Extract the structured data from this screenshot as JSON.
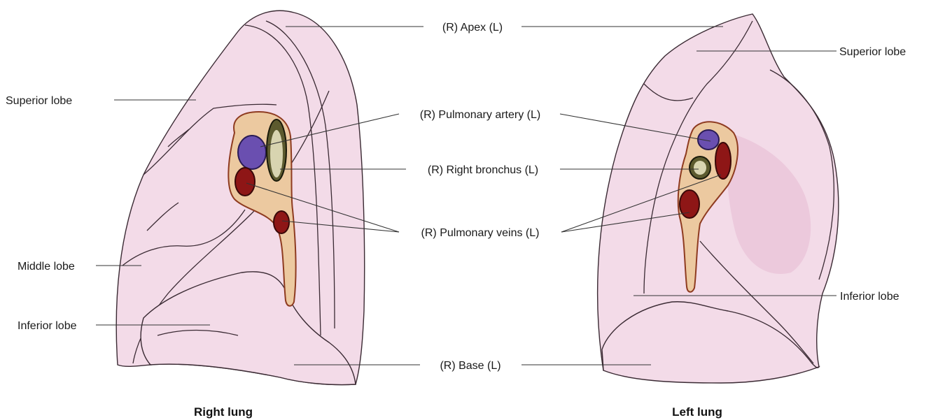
{
  "labels": {
    "apex": "(R) Apex (L)",
    "pulmonary_artery": "(R) Pulmonary artery (L)",
    "right_bronchus": "(R) Right bronchus (L)",
    "pulmonary_veins": "(R) Pulmonary veins (L)",
    "base": "(R) Base (L)",
    "right_superior_lobe": "Superior lobe",
    "right_middle_lobe": "Middle lobe",
    "right_inferior_lobe": "Inferior lobe",
    "left_superior_lobe": "Superior lobe",
    "left_inferior_lobe": "Inferior lobe"
  },
  "captions": {
    "right": "Right lung",
    "left": "Left lung"
  },
  "colors": {
    "lung": "#f3dbe8",
    "artery": "#6a4fb0",
    "vein": "#8e1616",
    "bronchus": "#5c5a2e",
    "hilum": "#ecc9a0"
  }
}
